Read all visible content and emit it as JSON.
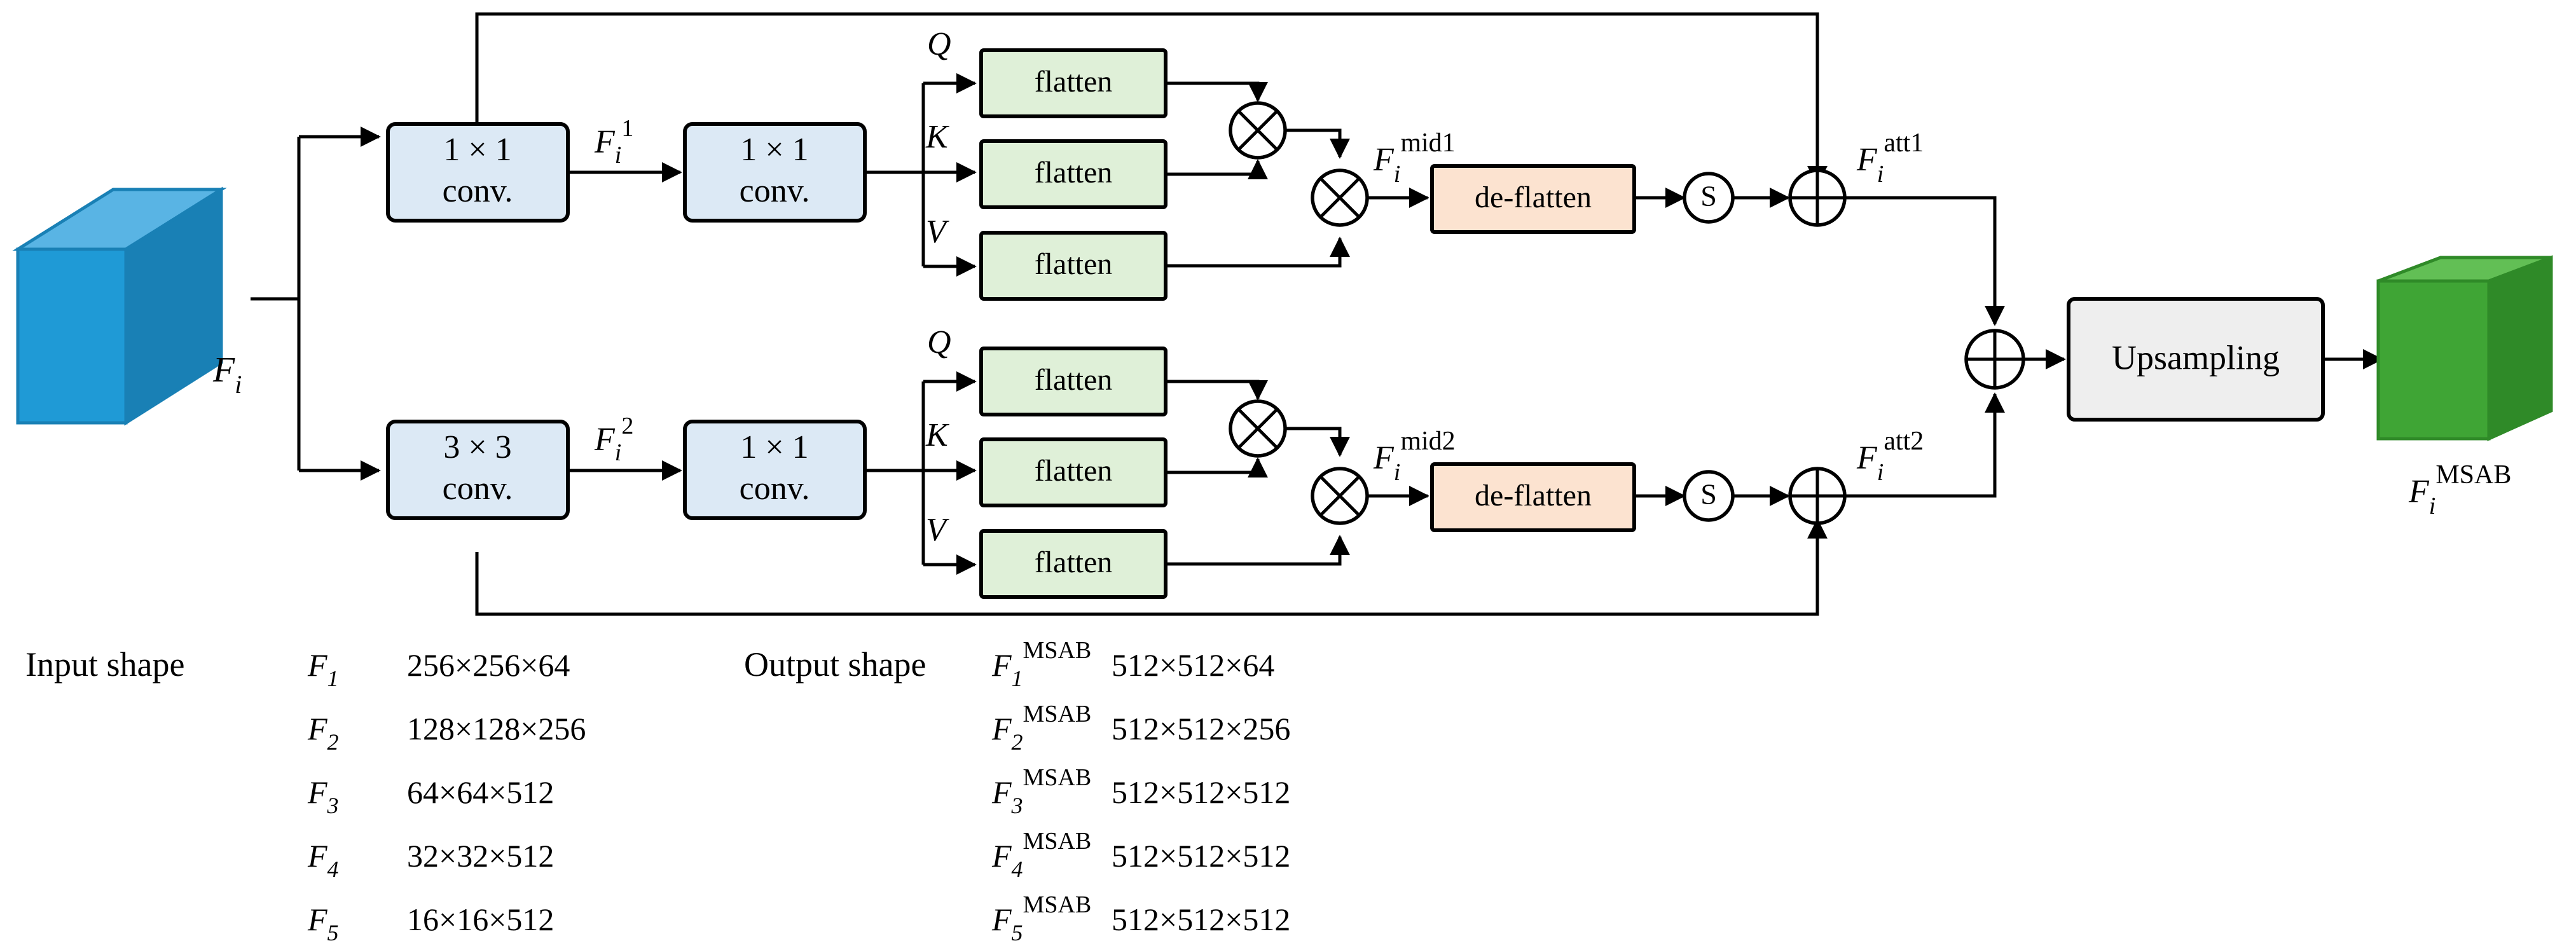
{
  "figure": {
    "title": "MSAB (Multi-Scale Attention Block) architecture diagram",
    "input_tensor_label": "F",
    "input_tensor_sub": "i",
    "output_tensor_label": "F",
    "output_tensor_sub": "i",
    "output_tensor_sup": "MSAB"
  },
  "colors": {
    "conv_box_fill": "#dce9f5",
    "flatten_box_fill": "#dff0d8",
    "deflatten_box_fill": "#fce3d0",
    "upsample_box_fill": "#eeeeee",
    "input_cube_front": "#1f9ad6",
    "input_cube_top": "#59b4e4",
    "input_cube_side": "#1980b5",
    "output_cube_front": "#3fa535",
    "output_cube_top": "#62bf55",
    "output_cube_side": "#2f8a28",
    "stroke": "#000000"
  },
  "branch1": {
    "conv_a_line1": "1 × 1",
    "conv_a_line2": "conv.",
    "feature_label": {
      "base": "F",
      "sub": "i",
      "sup": "1"
    },
    "conv_b_line1": "1 × 1",
    "conv_b_line2": "conv.",
    "q_label": "Q",
    "k_label": "K",
    "v_label": "V",
    "flatten_q": "flatten",
    "flatten_k": "flatten",
    "flatten_v": "flatten",
    "mul1_symbol": "⊗",
    "mul2_symbol": "⊗",
    "mid_label": {
      "base": "F",
      "sub": "i",
      "sup": "mid1"
    },
    "deflatten": "de-flatten",
    "softmax_symbol": "S",
    "add_symbol": "⊕",
    "att_label": {
      "base": "F",
      "sub": "i",
      "sup": "att1"
    }
  },
  "branch2": {
    "conv_a_line1": "3 × 3",
    "conv_a_line2": "conv.",
    "feature_label": {
      "base": "F",
      "sub": "i",
      "sup": "2"
    },
    "conv_b_line1": "1 × 1",
    "conv_b_line2": "conv.",
    "q_label": "Q",
    "k_label": "K",
    "v_label": "V",
    "flatten_q": "flatten",
    "flatten_k": "flatten",
    "flatten_v": "flatten",
    "mul1_symbol": "⊗",
    "mul2_symbol": "⊗",
    "mid_label": {
      "base": "F",
      "sub": "i",
      "sup": "mid2"
    },
    "deflatten": "de-flatten",
    "softmax_symbol": "S",
    "add_symbol": "⊕",
    "att_label": {
      "base": "F",
      "sub": "i",
      "sup": "att2"
    }
  },
  "merge": {
    "add_symbol": "⊕",
    "upsampling": "Upsampling"
  },
  "shape_table": {
    "input_heading": "Input shape",
    "output_heading": "Output shape",
    "input_rows": [
      {
        "name_base": "F",
        "name_sub": "1",
        "shape": "256×256×64"
      },
      {
        "name_base": "F",
        "name_sub": "2",
        "shape": "128×128×256"
      },
      {
        "name_base": "F",
        "name_sub": "3",
        "shape": "64×64×512"
      },
      {
        "name_base": "F",
        "name_sub": "4",
        "shape": "32×32×512"
      },
      {
        "name_base": "F",
        "name_sub": "5",
        "shape": "16×16×512"
      }
    ],
    "output_rows": [
      {
        "name_base": "F",
        "name_sub": "1",
        "name_sup": "MSAB",
        "shape": "512×512×64"
      },
      {
        "name_base": "F",
        "name_sub": "2",
        "name_sup": "MSAB",
        "shape": "512×512×256"
      },
      {
        "name_base": "F",
        "name_sub": "3",
        "name_sup": "MSAB",
        "shape": "512×512×512"
      },
      {
        "name_base": "F",
        "name_sub": "4",
        "name_sup": "MSAB",
        "shape": "512×512×512"
      },
      {
        "name_base": "F",
        "name_sub": "5",
        "name_sup": "MSAB",
        "shape": "512×512×512"
      }
    ]
  }
}
